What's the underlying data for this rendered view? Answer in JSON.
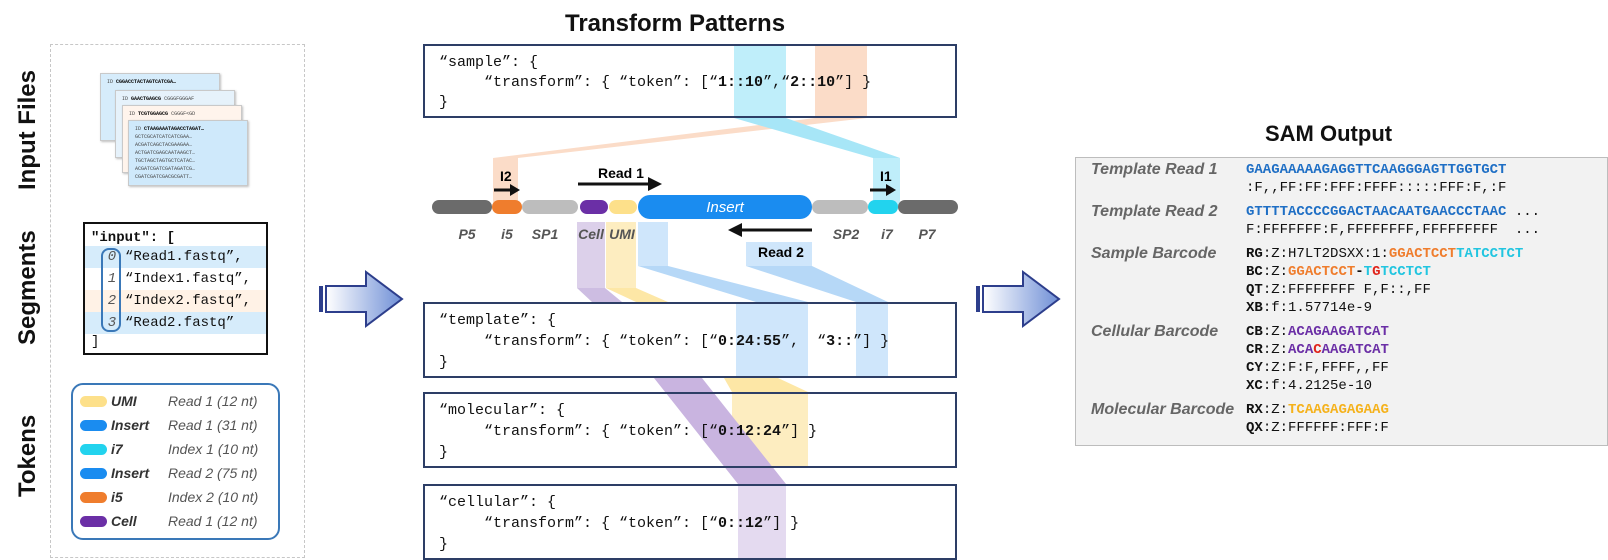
{
  "titles": {
    "transform_patterns": "Transform Patterns",
    "sam_output": "SAM Output",
    "input_files": "Input Files",
    "segments": "Segments",
    "tokens": "Tokens"
  },
  "files": [
    {
      "id_label": "ID",
      "seq": "CGGACCTACTAGTCATCGA…",
      "lines": []
    },
    {
      "id_label": "ID",
      "seq": "GAACTGAGCG",
      "tail": "CGGGFGGGAF",
      "lines": []
    },
    {
      "id_label": "ID",
      "seq": "TCGTGGAGCG",
      "tail": "CGGGF<GD",
      "lines": []
    },
    {
      "id_label": "ID",
      "seq": "CTAAGAAATAGACCTAGAT…",
      "lines": [
        "GCTCGCATCATCATCGAA…",
        "ACGATCAGCTACGAAGAA…",
        "ACTGATCGAGCAATAAGCT…",
        "TGCTAGCTAGTGCTCATAC…",
        "ACGATCGATCGATAGATCG…",
        "CGATCGATCGACGCGATT…"
      ]
    }
  ],
  "segments": {
    "header": "\"input\": [",
    "footer": "]",
    "items": [
      {
        "index": "0",
        "name": "“Read1.fastq”,"
      },
      {
        "index": "1",
        "name": "“Index1.fastq”,"
      },
      {
        "index": "2",
        "name": "“Index2.fastq”,"
      },
      {
        "index": "3",
        "name": "“Read2.fastq”"
      }
    ]
  },
  "tokens": [
    {
      "name": "UMI",
      "desc": "Read 1 (12 nt)",
      "color": "#fde08a"
    },
    {
      "name": "Insert",
      "desc": "Read 1 (31 nt)",
      "color": "#1a8cf0"
    },
    {
      "name": "i7",
      "desc": "Index 1 (10 nt)",
      "color": "#22d3ee"
    },
    {
      "name": "Insert",
      "desc": "Read 2 (75 nt)",
      "color": "#1a8cf0"
    },
    {
      "name": "i5",
      "desc": "Index 2 (10 nt)",
      "color": "#ef7d2d"
    },
    {
      "name": "Cell",
      "desc": "Read 1 (12 nt)",
      "color": "#6b2fa6"
    }
  ],
  "read_structure": {
    "segments": [
      "P5",
      "i5",
      "SP1",
      "Cell",
      "UMI",
      "Insert",
      "SP2",
      "i7",
      "P7"
    ],
    "labels": {
      "i2": "I2",
      "i1": "I1",
      "read1": "Read 1",
      "read2": "Read 2"
    }
  },
  "patterns": {
    "sample": {
      "head": "“sample”: {",
      "pre": "     “transform”: { “token”: [“",
      "t1": "1::10",
      "mid": "”,“",
      "t2": "2::10",
      "post": "”] }",
      "close": "}"
    },
    "template": {
      "head": "“template”: {",
      "pre": "     “transform”: { “token”: [“",
      "t1": "0:24:55",
      "mid": "”,  “",
      "t2": "3::",
      "post": "”] }",
      "close": "}"
    },
    "molecular": {
      "head": "“molecular”: {",
      "pre": "     “transform”: { “token”: [“",
      "t1": "0:12:24",
      "post": "”] }",
      "close": "}"
    },
    "cellular": {
      "head": "“cellular”: {",
      "pre": "     “transform”: { “token”: [“",
      "t1": "0::12",
      "post": "”] }",
      "close": "}"
    }
  },
  "sam": {
    "template_read_1": {
      "label": "Template Read 1",
      "seq": "GAAGAAAAAGAGGTTCAAGGGAGTTGGTGCT",
      "qual": ":F,,FF:FF:FFF:FFFF:::::FFF:F,:F"
    },
    "template_read_2": {
      "label": "Template Read 2",
      "seq": "GTTTTACCCCGGACTAACAATGAACCCTAAC",
      "qual": "F:FFFFFFF:F,FFFFFFFF,FFFFFFFFF",
      "ellipsis": "..."
    },
    "sample_barcode": {
      "label": "Sample Barcode",
      "rg_tag": "RG",
      "rg_type": ":Z:",
      "rg_run": "H7LT2DSXX:1:",
      "rg_bc1": "GGACTCCT",
      "rg_bc2": "TATCCTCT",
      "bc_tag": "BC",
      "bc_type": ":Z:",
      "bc_p1": "GGACTCCT",
      "bc_dash": "-",
      "bc_err1": "T",
      "bc_p2": "G",
      "bc_p3": "TCCTCT",
      "qt_tag": "QT",
      "qt_val": ":Z:FFFFFFFF F,F::,FF",
      "xb_tag": "XB",
      "xb_val": ":f:1.57714e-9"
    },
    "cellular_barcode": {
      "label": "Cellular Barcode",
      "cb_tag": "CB",
      "cb_type": ":Z:",
      "cb_val": "ACAGAAGATCAT",
      "cr_tag": "CR",
      "cr_type": ":Z:",
      "cr_p1": "ACA",
      "cr_err": "C",
      "cr_p2": "AAGATCAT",
      "cy_tag": "CY",
      "cy_val": ":Z:F:F,FFFF,,FF",
      "xc_tag": "XC",
      "xc_val": ":f:4.2125e-10"
    },
    "molecular_barcode": {
      "label": "Molecular Barcode",
      "rx_tag": "RX",
      "rx_type": ":Z:",
      "rx_val": "TCAAGAGAGAAG",
      "qx_tag": "QX",
      "qx_val": ":Z:FFFFFF:FFF:F"
    }
  },
  "colors": {
    "cell": "#6b2fa6",
    "umi": "#fde08a",
    "insert": "#1a8cf0",
    "i7": "#22d3ee",
    "i5": "#ef7d2d",
    "sam_blue": "#1f6fc5",
    "sam_orange": "#ef7d2d",
    "sam_cyan": "#22c5e0",
    "sam_red": "#e0241b",
    "sam_purple": "#6b2fa6",
    "sam_yellow": "#f5b21c"
  }
}
